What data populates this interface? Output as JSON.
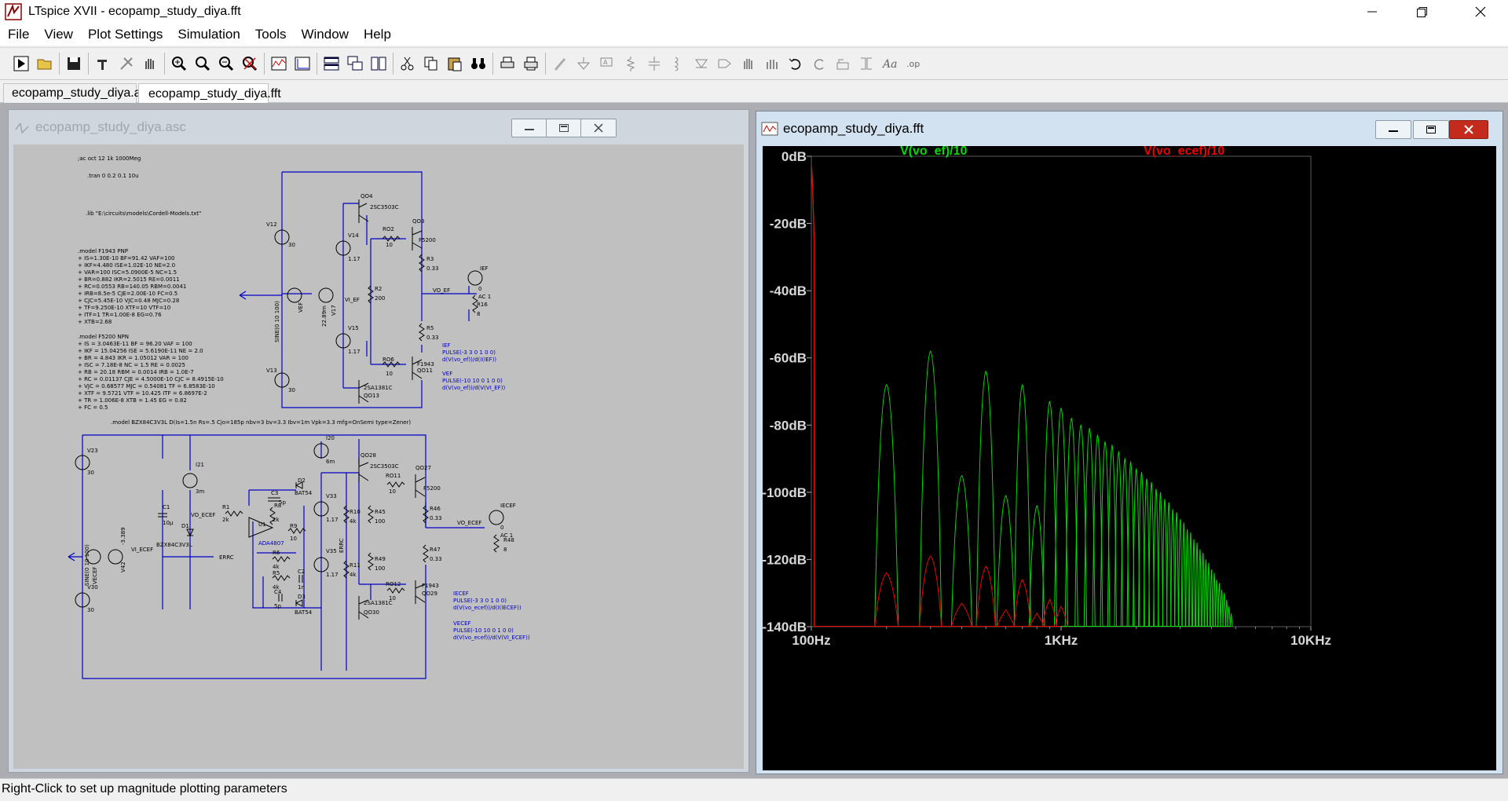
{
  "window": {
    "title": "LTspice XVII - ecopamp_study_diya.fft"
  },
  "menu": [
    "File",
    "View",
    "Plot Settings",
    "Simulation",
    "Tools",
    "Window",
    "Help"
  ],
  "tabs": [
    {
      "label": "ecopamp_study_diya.asc",
      "icon": "schematic-icon",
      "active": false
    },
    {
      "label": "ecopamp_study_diya.fft",
      "icon": "waveform-icon",
      "active": true
    }
  ],
  "schematic_window": {
    "title": "ecopamp_study_diya.asc",
    "directives": {
      "ac": ";ac oct 12 1k 1000Meg",
      "tran": ".tran 0 0.2 0.1 10u",
      "lib": ".lib \"E:\\circuits\\models\\Cordell-Models.txt\"",
      "model_f1943": [
        ".model F1943 PNP",
        "+ IS=1.30E-10        BF=91.42       VAF=100",
        "+ IKF=4.480          ISE=1.02E-10    NE=2.0",
        "+ VAR=100            ISC=5.0900E-5    NC=1.5",
        "+ BR=0.882           IKR=2.5015       RE=0.0011",
        "+ RC=0.0553          RB=140.05        RBM=0.0041",
        "+ IRB=8.5e-5         CJE=2.00E-10     FC=0.5",
        "+ CJC=5.45E-10       VJC=0.48       MJC=0.28",
        "+ TF=9.250E-10       XTF=10          VTF=10",
        "+ ITF=1          TR=1.00E-8        EG=0.76",
        "+ XTB=2.68"
      ],
      "model_f5200": [
        ".model F5200 NPN",
        "+ IS  = 3.0463E-11     BF = 96.20       VAF = 100",
        "+ IKF = 15.04256       ISE = 5.6190E-11    NE = 2.0",
        "+ BR  = 4.843        IKR = 1.05012      VAR = 100",
        "+ ISC = 7.18E-8        NC = 1.5          RE = 0.0025",
        "+ RB  = 20.18          RBM = 0.0014       IRB = 1.0E-7",
        "+ RC  = 0.01137        CJE = 4.5000E-10   CJC = 8.4915E-10",
        "+ VJC = 0.68577        MJC = 0.54081      TF = 6.8583E-10",
        "+ XTF = 9.5721         VTF = 10.425       ITF = 6.8697E-2",
        "+ TR  = 1.006E-8       XTB = 1.45         EG = 0.82",
        "+ FC  = 0.5"
      ],
      "model_bzx": ".model BZX84C3V3L D(Is=1.5n Rs=.5 Cjo=185p nbv=3 bv=3.3 Ibv=1m Vpk=3.3 mfg=OnSemi type=Zener)"
    },
    "top_circuit": {
      "V12": "V12",
      "V12_val": "30",
      "V13": "V13",
      "V13_val": "30",
      "V14": "V14",
      "V14_val": "1.17",
      "V15": "V15",
      "V15_val": "1.17",
      "VEF": "VEF",
      "VEF_sine": "SINE(0 10 100)",
      "V17": "V17",
      "V17_val": "22.89m",
      "net_vi_ef": "VI_EF",
      "net_vo_ef": "VO_EF",
      "Q04": "QO4",
      "Q04_model": "2SC3503C",
      "Q03": "QO3",
      "Q03_model": "F5200",
      "Q11": "QO11",
      "Q11_model": "F1943",
      "Q13": "QO13",
      "Q13_model": "2SA1381C",
      "RO2": "RO2",
      "RO2_val": "10",
      "RO6": "RO6",
      "RO6_val": "10",
      "R2": "R2",
      "R2_val": "200",
      "R3": "R3",
      "R3_val": "0.33",
      "R5": "R5",
      "R5_val": "0.33",
      "R16": "R16",
      "R16_val": "8",
      "IEF": "IEF",
      "IEF_val": "0",
      "IEF_ac": "AC 1",
      "ief_cmd": [
        "IEF",
        "PULSE(-3 3 0 1 0 0)",
        "d(V(vo_ef))/d(I(IEF))"
      ],
      "vef_cmd": [
        "VEF",
        "PULSE(-10 10 0 1 0 0)",
        "d(V(vo_ef))/d(V(VI_EF))"
      ]
    },
    "bottom_circuit": {
      "V23": "V23",
      "V23_val": "30",
      "V30": "V30",
      "V30_val": "30",
      "VECEF": "VECEF",
      "VECEF_sine": "SINE(0 10 100)",
      "V42": "V42",
      "V42_val": "-3.389",
      "net_vi_ecef": "VI_ECEF",
      "net_vo_ecef": "VO_ECEF",
      "net_errc": "ERRC",
      "I21": "I21",
      "I21_val": "3m",
      "I20": "I20",
      "I20_val": "6m",
      "C1": "C1",
      "C1_val": "10µ",
      "D1": "D1",
      "D1_model": "BZX84C3V3L",
      "R1": "R1",
      "R1_val": "2k",
      "R8": "R8",
      "R8_val": "2k",
      "C3": "C3",
      "C3_val": "5p",
      "R9": "R9",
      "R9_val": "10",
      "U1": "U1",
      "U1_model": "ADA4807",
      "D2": "D2",
      "D2_model": "BAT54",
      "D3": "D3",
      "D3_model": "BAT54",
      "R6": "R6",
      "R6_val": "4k",
      "R5b": "R5",
      "R5b_val": "4k",
      "C2": "C2",
      "C2_val": "1n",
      "C4": "C4",
      "C4_val": "5p",
      "V33": "V33",
      "V33_val": "1.17",
      "V35": "V35",
      "V35_val": "1.17",
      "R10": "R10",
      "R10_val": "4k",
      "R11": "R11",
      "R11_val": "4k",
      "ERRC2": "ERRC",
      "R45": "R45",
      "R45_val": "100",
      "R49": "R49",
      "R49_val": "100",
      "Q28": "QO28",
      "Q28_model": "2SC3503C",
      "Q27": "QO27",
      "Q27_model": "F5200",
      "Q29": "QO29",
      "Q29_model": "F1943",
      "Q30": "QO30",
      "Q30_model": "2SA1381C",
      "RO11": "RO11",
      "RO11_val": "10",
      "RO12": "RO12",
      "RO12_val": "10",
      "R46": "R46",
      "R46_val": "0.33",
      "R47": "R47",
      "R47_val": "0.33",
      "R48": "R48",
      "R48_val": "8",
      "IECEF": "IECEF",
      "IECEF_val": "0",
      "IECEF_ac": "AC 1",
      "iecef_cmd": [
        "IECEF",
        "PULSE(-3 3 0 1 0 0)",
        "d(V(vo_ecef))/d(I(IECEF))"
      ],
      "vecef_cmd": [
        "VECEF",
        "PULSE(-10 10 0 1 0 0)",
        "d(V(vo_ecef))/d(V(VI_ECEF))"
      ]
    }
  },
  "fft_window": {
    "title": "ecopamp_study_diya.fft"
  },
  "chart_data": {
    "type": "line",
    "title": "",
    "x_scale": "log",
    "xlim": [
      100,
      10000
    ],
    "ylim": [
      -140,
      0
    ],
    "x_ticks": [
      "100Hz",
      "1KHz",
      "10KHz"
    ],
    "y_ticks": [
      "0dB",
      "-20dB",
      "-40dB",
      "-60dB",
      "-80dB",
      "-100dB",
      "-120dB",
      "-140dB"
    ],
    "grid": false,
    "background": "#000000",
    "legend_placement": "top",
    "series": [
      {
        "name": "V(vo_ef)/10",
        "color": "#00dd00",
        "fundamental_hz": 100,
        "harmonics_hz": [
          200,
          300,
          400,
          500,
          600,
          700,
          800,
          900,
          1000,
          1100,
          1200,
          1300,
          1400,
          1500,
          1600,
          1700,
          1800,
          1900,
          2000,
          2100,
          2200,
          2300,
          2400,
          2500,
          2600,
          2700,
          2800,
          2900,
          3000,
          3100,
          3200,
          3300,
          3400,
          3500,
          3600,
          3700,
          3800,
          3900,
          4000,
          4100,
          4200,
          4300,
          4400,
          4500,
          4600,
          4700,
          4800
        ],
        "harmonic_peaks_db": [
          -68,
          -58,
          -95,
          -64,
          -101,
          -68,
          -104,
          -73,
          -75,
          -78,
          -80,
          -81,
          -83,
          -85,
          -86,
          -88,
          -90,
          -91,
          -93,
          -94,
          -96,
          -97,
          -99,
          -100,
          -102,
          -103,
          -105,
          -106,
          -108,
          -109,
          -111,
          -112,
          -114,
          -115,
          -117,
          -118,
          -120,
          -121,
          -123,
          -124,
          -126,
          -127,
          -129,
          -130,
          -132,
          -134,
          -136
        ]
      },
      {
        "name": "V(vo_ecef)/10",
        "color": "#ee0000",
        "fundamental_hz": 100,
        "harmonics_hz": [
          200,
          300,
          400,
          500,
          600,
          700,
          800,
          900,
          1000
        ],
        "harmonic_peaks_db": [
          -124,
          -119,
          -133,
          -122,
          -135,
          -126,
          -136,
          -132,
          -134
        ]
      }
    ]
  },
  "status": {
    "text": "Right-Click to set up magnitude plotting parameters"
  }
}
